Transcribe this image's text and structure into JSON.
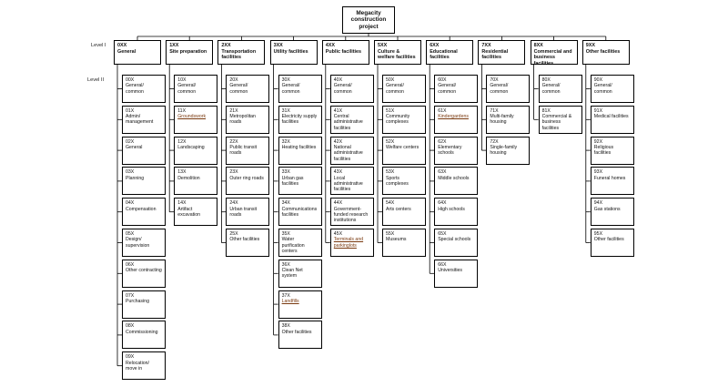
{
  "root": {
    "title": "Megacity construction project"
  },
  "level_labels": {
    "level1": "Level I",
    "level2": "Level II"
  },
  "categories": [
    {
      "code": "0XX",
      "name": "General",
      "items": [
        {
          "code": "00X",
          "name": "General/ common"
        },
        {
          "code": "01X",
          "name": "Admin/ management"
        },
        {
          "code": "02X",
          "name": "General"
        },
        {
          "code": "03X",
          "name": "Planning"
        },
        {
          "code": "04X",
          "name": "Compensation"
        },
        {
          "code": "05X",
          "name": "Design/ supervision"
        },
        {
          "code": "06X",
          "name": "Other contracting"
        },
        {
          "code": "07X",
          "name": "Purchasing"
        },
        {
          "code": "08X",
          "name": "Commissioning"
        },
        {
          "code": "09X",
          "name": "Relocation/ move in"
        }
      ]
    },
    {
      "code": "1XX",
      "name": "Site preparation",
      "items": [
        {
          "code": "10X",
          "name": "General/ common"
        },
        {
          "code": "11X",
          "name": "Groundswork",
          "highlight": true
        },
        {
          "code": "12X",
          "name": "Landscaping"
        },
        {
          "code": "13X",
          "name": "Demolition"
        },
        {
          "code": "14X",
          "name": "Artifact excavation"
        }
      ]
    },
    {
      "code": "2XX",
      "name": "Transportation facilities",
      "items": [
        {
          "code": "20X",
          "name": "General/ common"
        },
        {
          "code": "21X",
          "name": "Metropolitan roads"
        },
        {
          "code": "22X",
          "name": "Public transit roads"
        },
        {
          "code": "23X",
          "name": "Outer ring roads"
        },
        {
          "code": "24X",
          "name": "Urban transit roads"
        },
        {
          "code": "25X",
          "name": "Other facilities"
        }
      ]
    },
    {
      "code": "3XX",
      "name": "Utility facilities",
      "items": [
        {
          "code": "30X",
          "name": "General/ common"
        },
        {
          "code": "31X",
          "name": "Electricity supply facilities"
        },
        {
          "code": "32X",
          "name": "Heating facilities"
        },
        {
          "code": "33X",
          "name": "Urban gas facilities"
        },
        {
          "code": "34X",
          "name": "Communications facilities"
        },
        {
          "code": "35X",
          "name": "Water purification centers"
        },
        {
          "code": "36X",
          "name": "Clean Net system"
        },
        {
          "code": "37X",
          "name": "Landfills",
          "highlight": true
        },
        {
          "code": "38X",
          "name": "Other facilities"
        }
      ]
    },
    {
      "code": "4XX",
      "name": "Public facilities",
      "items": [
        {
          "code": "40X",
          "name": "General/ common"
        },
        {
          "code": "41X",
          "name": "Central administrative facilities"
        },
        {
          "code": "42X",
          "name": "National administrative facilities"
        },
        {
          "code": "43X",
          "name": "Local administrative facilities"
        },
        {
          "code": "44X",
          "name": "Government-funded research institutions"
        },
        {
          "code": "45X",
          "name": "Terminals and parkinglots",
          "highlight": true
        }
      ]
    },
    {
      "code": "5XX",
      "name": "Culture & welfare facilities",
      "items": [
        {
          "code": "50X",
          "name": "General/ common"
        },
        {
          "code": "51X",
          "name": "Community complexes"
        },
        {
          "code": "52X",
          "name": "Welfare centers"
        },
        {
          "code": "53X",
          "name": "Sports complexes"
        },
        {
          "code": "54X",
          "name": "Arts centers"
        },
        {
          "code": "55X",
          "name": "Museums"
        }
      ]
    },
    {
      "code": "6XX",
      "name": "Educational facilities",
      "items": [
        {
          "code": "60X",
          "name": "General/ common"
        },
        {
          "code": "61X",
          "name": "Kindergardens",
          "highlight": true
        },
        {
          "code": "62X",
          "name": "Elementary schools"
        },
        {
          "code": "63X",
          "name": "Middle schools"
        },
        {
          "code": "64X",
          "name": "High schools"
        },
        {
          "code": "65X",
          "name": "Special schools"
        },
        {
          "code": "66X",
          "name": "Universities"
        }
      ]
    },
    {
      "code": "7XX",
      "name": "Residential facilities",
      "items": [
        {
          "code": "70X",
          "name": "General/ common"
        },
        {
          "code": "71X",
          "name": "Multi-family housing"
        },
        {
          "code": "72X",
          "name": "Single-family housing"
        }
      ]
    },
    {
      "code": "8XX",
      "name": "Commercial and business facilities",
      "items": [
        {
          "code": "80X",
          "name": "General/ common"
        },
        {
          "code": "81X",
          "name": "Commercial & business facilities"
        }
      ]
    },
    {
      "code": "9XX",
      "name": "Other facilities",
      "items": [
        {
          "code": "90X",
          "name": "General/ common"
        },
        {
          "code": "91X",
          "name": "Medical facilities"
        },
        {
          "code": "92X",
          "name": "Religious facilities"
        },
        {
          "code": "93X",
          "name": "Funeral homes"
        },
        {
          "code": "94X",
          "name": "Gas stations"
        },
        {
          "code": "95X",
          "name": "Other facilities"
        }
      ]
    }
  ],
  "colors": {
    "line": "#000000",
    "highlight_text": "#7a3a10"
  }
}
